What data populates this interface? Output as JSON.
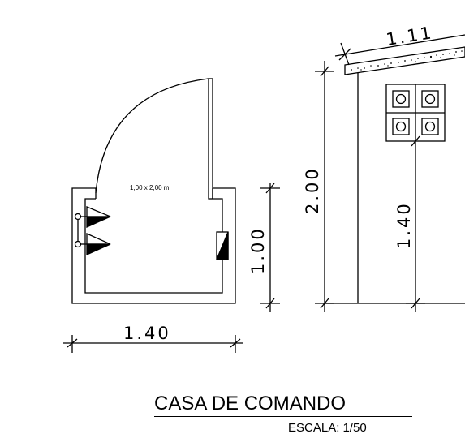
{
  "plan": {
    "door_label": "1,00 x 2,00 m",
    "width_dim": "1.40",
    "depth_dim": "1.00"
  },
  "elevation": {
    "roof_dim": "1.11",
    "height_dim": "2.00",
    "meter_height_dim": "1.40"
  },
  "title": {
    "main": "CASA DE COMANDO",
    "scale": "ESCALA: 1/50"
  }
}
